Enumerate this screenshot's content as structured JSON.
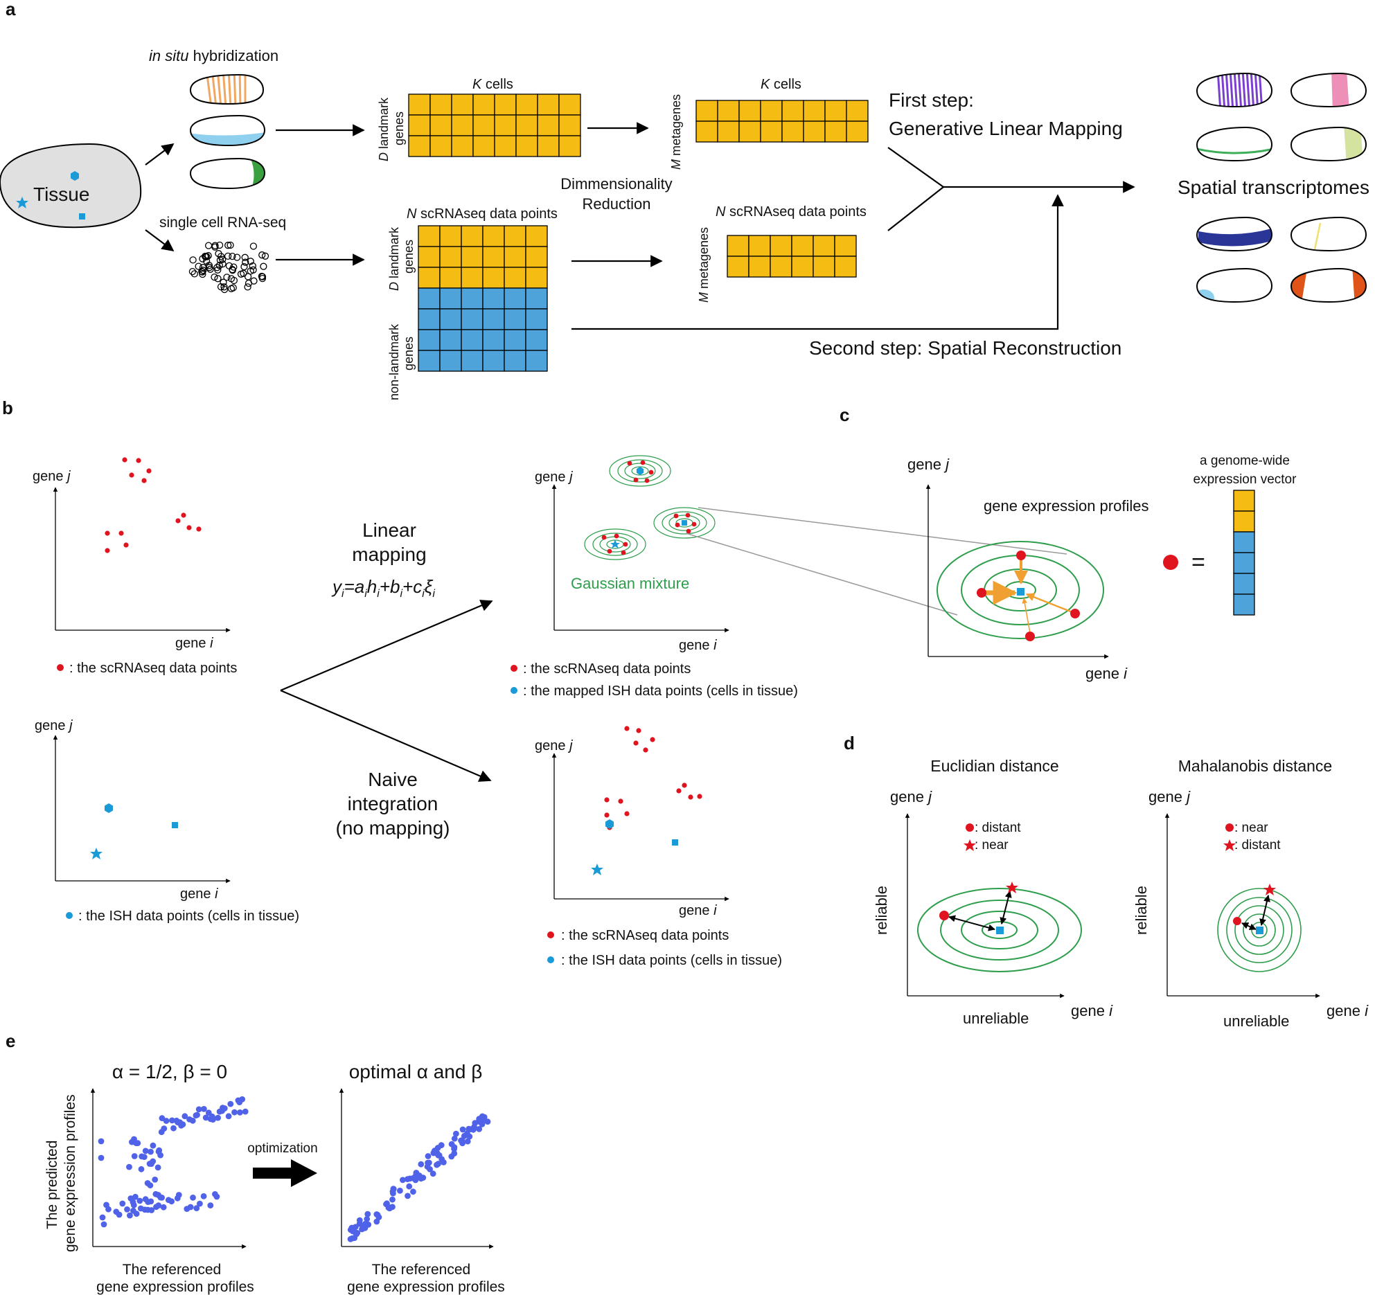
{
  "panels": {
    "a": "a",
    "b": "b",
    "c": "c",
    "d": "d",
    "e": "e"
  },
  "a": {
    "ish_prefix": "in situ",
    "ish_suffix": " hybridization",
    "tissue": "Tissue",
    "scrna": "single cell RNA-seq",
    "k_cells_var": "K",
    "k_cells": " cells",
    "d_var": "D",
    "landmark_l1": " landmark",
    "landmark_l2": "genes",
    "m_var": "M",
    "metagenes": " metagenes",
    "n_var": "N",
    "n_points": " scRNAseq data points",
    "nonlandmark_l1": "non-landmark",
    "nonlandmark_l2": "genes",
    "dimred_l1": "Dimmensionality",
    "dimred_l2": "Reduction",
    "first_step_l1": "First step:",
    "first_step_l2": "Generative Linear Mapping",
    "second_step": "Second step: Spatial Reconstruction",
    "spatial": "Spatial transcriptomes"
  },
  "b": {
    "gene_j": "gene ",
    "j": "j",
    "gene_i": "gene ",
    "i": "i",
    "legend_scrna": ": the scRNAseq data points",
    "legend_ish": ": the ISH data points (cells in tissue)",
    "legend_mapped": ": the mapped ISH data points (cells in tissue)",
    "linear_l1": "Linear",
    "linear_l2": "mapping",
    "naive_l1": "Naive",
    "naive_l2": "integration",
    "naive_l3": "(no mapping)",
    "gaussian": "Gaussian mixture",
    "eq_y": "y",
    "eq_eq": "=a",
    "eq_h": "h",
    "eq_b": "+b",
    "eq_c": "+c",
    "eq_xi": "ξ",
    "eq_sub": "i"
  },
  "c": {
    "gene_profiles": "gene expression profiles",
    "vector_l1": "a genome-wide",
    "vector_l2": "expression vector",
    "equals": "="
  },
  "d": {
    "euclid": "Euclidian distance",
    "mahal": "Mahalanobis distance",
    "reliable": "reliable",
    "unreliable": "unreliable",
    "distant": ": distant",
    "near": ": near"
  },
  "e": {
    "left_title": "α = 1/2, β = 0",
    "right_title": "optimal α and β",
    "optimization": "optimization",
    "ylabel_l1": "The predicted",
    "ylabel_l2": "gene expression profiles",
    "xlabel_l1": "The referenced",
    "xlabel_l2": "gene expression profiles"
  },
  "colors": {
    "orange": "#F5BC14",
    "blue": "#4FA3DB",
    "red": "#E0141E",
    "cyan": "#1A9AD6",
    "green": "#2E9E4C",
    "dots": "#4F62E8"
  }
}
